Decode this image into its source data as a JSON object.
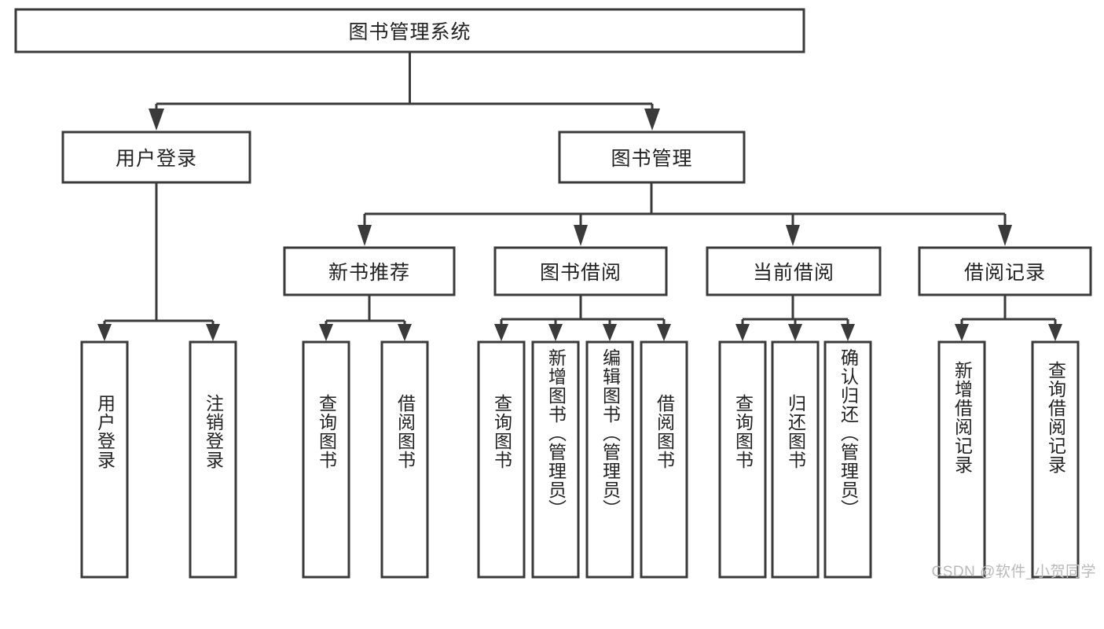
{
  "diagram": {
    "type": "tree-hierarchy",
    "title": "图书管理系统",
    "watermark": "CSDN @软件_小贺同学",
    "colors": {
      "stroke": "#3a3a3a",
      "fill": "#ffffff",
      "text": "#222222",
      "watermark": "#b9b9b9",
      "background": "#ffffff"
    },
    "root": {
      "label": "图书管理系统",
      "children": [
        {
          "label": "用户登录",
          "children": [
            {
              "label": "用户登录"
            },
            {
              "label": "注销登录"
            }
          ]
        },
        {
          "label": "图书管理",
          "children": [
            {
              "label": "新书推荐",
              "children": [
                {
                  "label": "查询图书"
                },
                {
                  "label": "借阅图书"
                }
              ]
            },
            {
              "label": "图书借阅",
              "children": [
                {
                  "label": "查询图书"
                },
                {
                  "label": "新增图书（管理员）"
                },
                {
                  "label": "编辑图书（管理员）"
                },
                {
                  "label": "借阅图书"
                }
              ]
            },
            {
              "label": "当前借阅",
              "children": [
                {
                  "label": "查询图书"
                },
                {
                  "label": "归还图书"
                },
                {
                  "label": "确认归还（管理员）"
                }
              ]
            },
            {
              "label": "借阅记录",
              "children": [
                {
                  "label": "新增借阅记录"
                },
                {
                  "label": "查询借阅记录"
                }
              ]
            }
          ]
        }
      ]
    },
    "nodes": {
      "root": {
        "label": "图书管理系统"
      },
      "level1": [
        {
          "label": "用户登录"
        },
        {
          "label": "图书管理"
        }
      ],
      "level2": [
        {
          "label": "新书推荐"
        },
        {
          "label": "图书借阅"
        },
        {
          "label": "当前借阅"
        },
        {
          "label": "借阅记录"
        }
      ],
      "leaves_user_login": [
        {
          "label": "用户登录"
        },
        {
          "label": "注销登录"
        }
      ],
      "leaves_new_book": [
        {
          "label": "查询图书"
        },
        {
          "label": "借阅图书"
        }
      ],
      "leaves_borrow": [
        {
          "label": "查询图书"
        },
        {
          "label": "新增图书（管理员）"
        },
        {
          "label": "编辑图书（管理员）"
        },
        {
          "label": "借阅图书"
        }
      ],
      "leaves_current": [
        {
          "label": "查询图书"
        },
        {
          "label": "归还图书"
        },
        {
          "label": "确认归还（管理员）"
        }
      ],
      "leaves_records": [
        {
          "label": "新增借阅记录"
        },
        {
          "label": "查询借阅记录"
        }
      ]
    }
  }
}
